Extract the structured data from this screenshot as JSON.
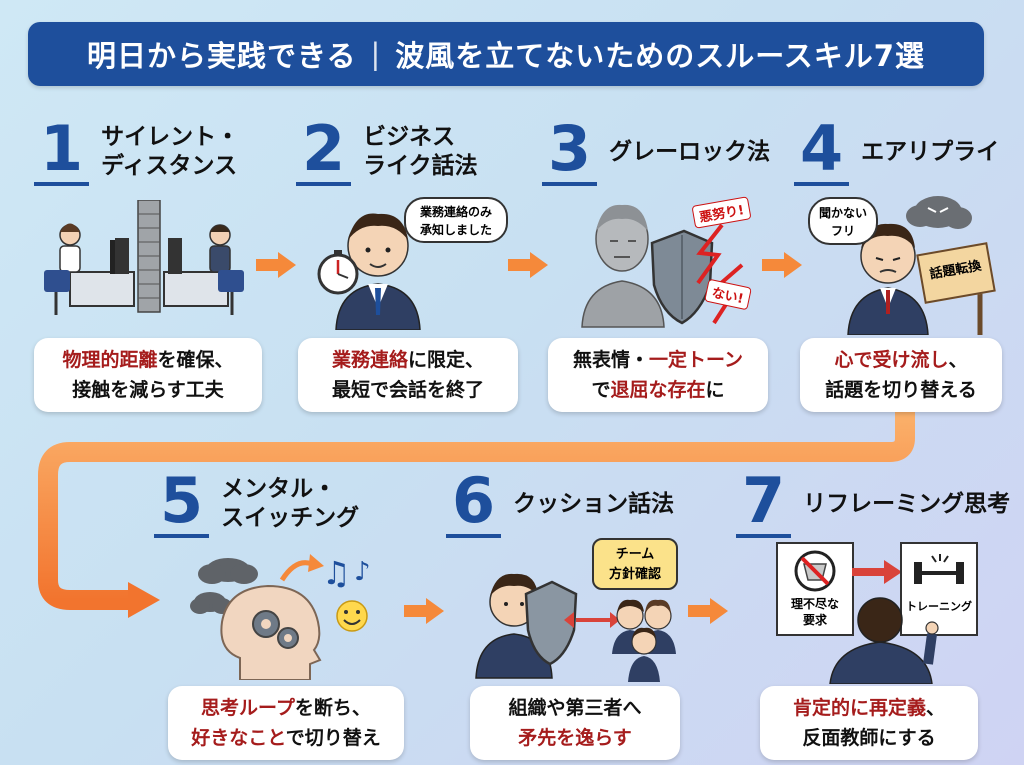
{
  "header": {
    "title_left": "明日から実践できる",
    "separator": "|",
    "title_right": "波風を立てないためのスルースキル7選"
  },
  "steps": [
    {
      "number": "1",
      "title": "サイレント・\nディスタンス",
      "desc_line1_hl": "物理的距離",
      "desc_line1_rest": "を確保、",
      "desc_line2": "接触を減らす工夫"
    },
    {
      "number": "2",
      "title": "ビジネス\nライク話法",
      "bubble_line1": "業務連絡のみ",
      "bubble_line2": "承知しました",
      "desc_line1_hl": "業務連絡",
      "desc_line1_rest": "に限定、",
      "desc_line2": "最短で会話を終了"
    },
    {
      "number": "3",
      "title": "グレーロック法",
      "tag1": "悪努り!",
      "tag2": "ない!",
      "desc_line1_a": "無表情・",
      "desc_line1_hl": "一定トーン",
      "desc_line2_a": "で",
      "desc_line2_hl": "退屈な存在",
      "desc_line2_b": "に"
    },
    {
      "number": "4",
      "title": "エアリプライ",
      "bubble_line1": "聞かない",
      "bubble_line2": "フリ",
      "sign": "話題転換",
      "desc_line1_hl": "心で受け流し",
      "desc_line1_rest": "、",
      "desc_line2": "話題を切り替える"
    },
    {
      "number": "5",
      "title": "メンタル・\nスイッチング",
      "desc_line1_hl": "思考ループ",
      "desc_line1_rest": "を断ち、",
      "desc_line2_hl": "好きなこと",
      "desc_line2_rest": "で切り替え"
    },
    {
      "number": "6",
      "title": "クッション話法",
      "bubble_line1": "チーム",
      "bubble_line2": "方針確認",
      "desc_line1": "組織や第三者へ",
      "desc_line2_hl": "矛先を逸らす"
    },
    {
      "number": "7",
      "title": "リフレーミング思考",
      "card_left_line1": "理不尽な",
      "card_left_line2": "要求",
      "card_right": "トレーニング",
      "desc_line1_hl": "肯定的に再定義",
      "desc_line1_rest": "、",
      "desc_line2": "反面教師にする"
    }
  ],
  "colors": {
    "banner": "#1e4f9c",
    "number": "#1e4f9c",
    "highlight": "#a51c1c",
    "arrow": "#f5893a"
  }
}
